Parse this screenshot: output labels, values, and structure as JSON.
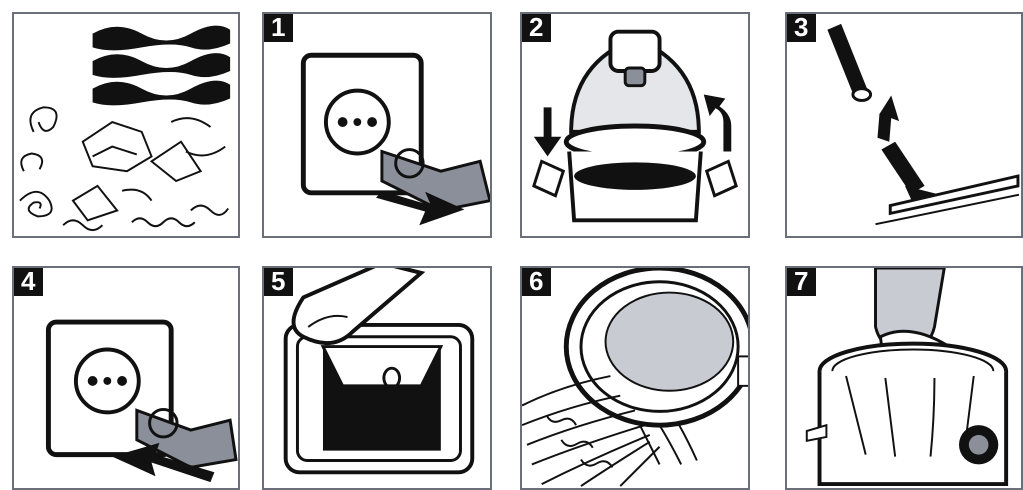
{
  "steps": [
    {
      "number": ""
    },
    {
      "number": "1"
    },
    {
      "number": "2"
    },
    {
      "number": "3"
    },
    {
      "number": "4"
    },
    {
      "number": "5"
    },
    {
      "number": "6"
    },
    {
      "number": "7"
    }
  ],
  "colors": {
    "ink": "#111111",
    "border": "#6a6f7a",
    "metal": "#8a8f99",
    "filter": "#c9cbd3",
    "background": "#ffffff"
  },
  "icons": [
    "wet-waves-icon",
    "debris-icon",
    "plug-unplug-icon",
    "vacuum-lid-icon",
    "hose-nozzle-icon",
    "plug-insert-icon",
    "power-switch-icon",
    "filter-rinse-icon",
    "bag-insert-icon"
  ]
}
